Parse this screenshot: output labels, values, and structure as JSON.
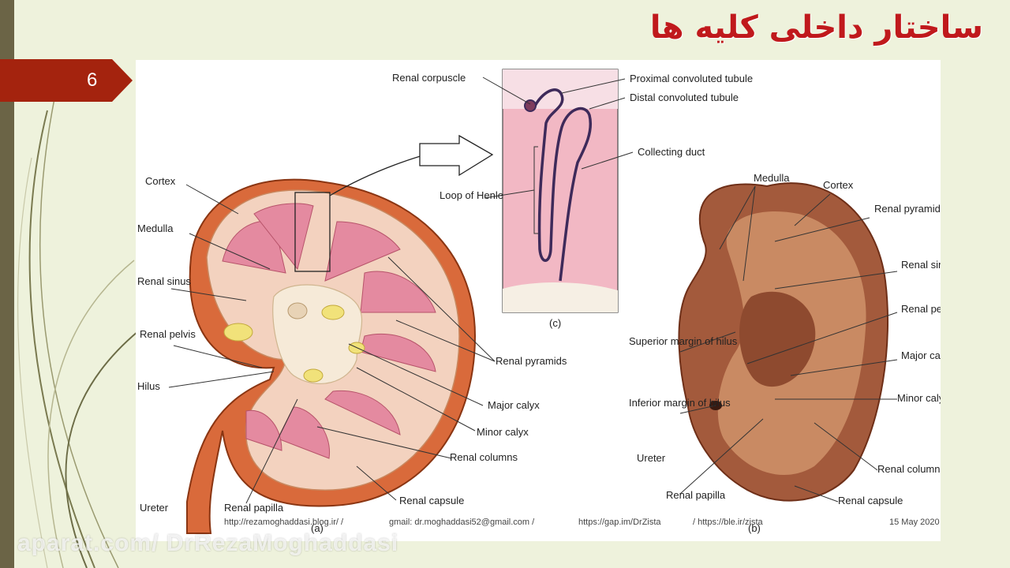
{
  "slide": {
    "title": "ساختار داخلی کلیه ها",
    "number": "6"
  },
  "figure_a": {
    "caption": "(a)",
    "labels": {
      "cortex": "Cortex",
      "medulla": "Medulla",
      "renal_sinus": "Renal sinus",
      "renal_pelvis": "Renal pelvis",
      "hilus": "Hilus",
      "ureter": "Ureter",
      "renal_papilla": "Renal papilla",
      "renal_pyramids": "Renal pyramids",
      "major_calyx": "Major calyx",
      "minor_calyx": "Minor calyx",
      "renal_columns": "Renal columns",
      "renal_capsule": "Renal capsule"
    }
  },
  "figure_c": {
    "caption": "(c)",
    "labels": {
      "renal_corpuscle": "Renal corpuscle",
      "proximal_tubule": "Proximal convoluted tubule",
      "distal_tubule": "Distal convoluted tubule",
      "collecting_duct": "Collecting duct",
      "loop_of_henle": "Loop of Henle"
    }
  },
  "figure_b": {
    "caption": "(b)",
    "labels": {
      "medulla": "Medulla",
      "cortex": "Cortex",
      "renal_pyramids": "Renal pyramids",
      "renal_sinus": "Renal sinus",
      "renal_pelvis": "Renal pelvis",
      "superior_margin": "Superior margin of hilus",
      "major_calyx": "Major calyx",
      "inferior_margin": "Inferior margin of hilus",
      "minor_calyx": "Minor calyx",
      "ureter": "Ureter",
      "renal_columns": "Renal columns",
      "renal_papilla": "Renal papilla",
      "renal_capsule": "Renal capsule"
    }
  },
  "footer": {
    "blog": "http://rezamoghaddasi.blog.ir/  /",
    "gmail": "gmail: dr.moghaddasi52@gmail.com  /",
    "gap": "https://gap.im/DrZista",
    "ble": "/ https://ble.ir/zista",
    "date": "15 May 2020"
  },
  "watermark": "aparat.com/ DrRezaMoghaddasi"
}
